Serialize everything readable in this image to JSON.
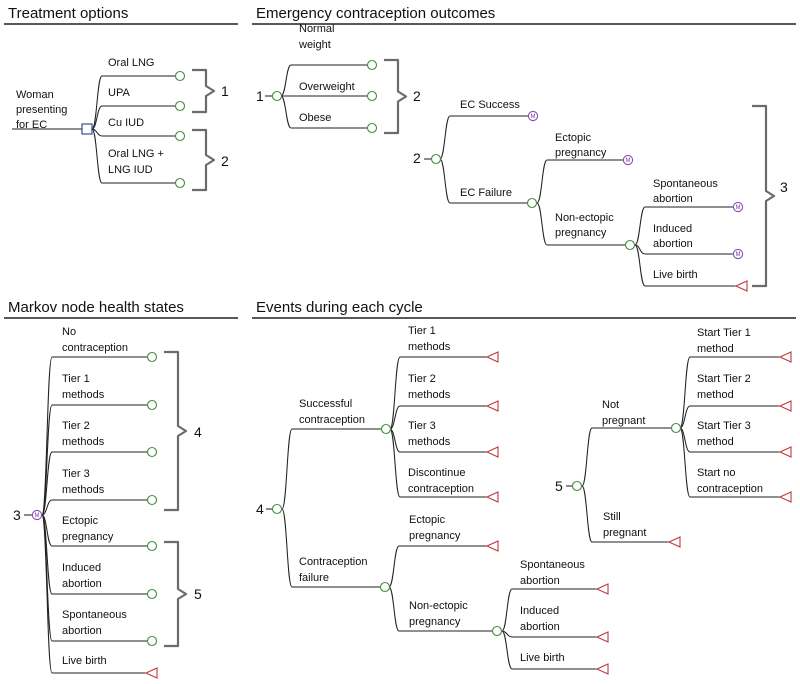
{
  "panels": {
    "treatment": {
      "title": "Treatment options"
    },
    "ec_outcomes": {
      "title": "Emergency contraception outcomes"
    },
    "markov_states": {
      "title": "Markov node health states"
    },
    "events": {
      "title": "Events during each cycle"
    }
  },
  "treatment": {
    "root": [
      "Woman",
      "presenting",
      "for EC"
    ],
    "options": [
      [
        "Oral LNG"
      ],
      [
        "UPA"
      ],
      [
        "Cu IUD"
      ],
      [
        "Oral LNG +",
        "LNG IUD"
      ]
    ],
    "brackets": [
      "1",
      "2"
    ]
  },
  "ec": {
    "weight_node": "1",
    "weights": [
      [
        "Normal",
        "weight"
      ],
      [
        "Overweight"
      ],
      [
        "Obese"
      ]
    ],
    "weight_bracket": "2",
    "outcome_node": "2",
    "success": "EC Success",
    "failure": "EC Failure",
    "ectopic": [
      "Ectopic",
      "pregnancy"
    ],
    "non_ectopic": [
      "Non-ectopic",
      "pregnancy"
    ],
    "spontaneous": [
      "Spontaneous",
      "abortion"
    ],
    "induced": [
      "Induced",
      "abortion"
    ],
    "live_birth": "Live birth",
    "bracket": "3"
  },
  "markov": {
    "node": "3",
    "states": [
      [
        "No",
        "contraception"
      ],
      [
        "Tier 1",
        "methods"
      ],
      [
        "Tier 2",
        "methods"
      ],
      [
        "Tier 3",
        "methods"
      ],
      [
        "Ectopic",
        "pregnancy"
      ],
      [
        "Induced",
        "abortion"
      ],
      [
        "Spontaneous",
        "abortion"
      ],
      [
        "Live birth"
      ]
    ],
    "brackets": [
      "4",
      "5"
    ]
  },
  "events": {
    "node4": "4",
    "successful": [
      "Successful",
      "contraception"
    ],
    "failure": [
      "Contraception",
      "failure"
    ],
    "methods": [
      [
        "Tier 1",
        "methods"
      ],
      [
        "Tier 2",
        "methods"
      ],
      [
        "Tier 3",
        "methods"
      ],
      [
        "Discontinue",
        "contraception"
      ]
    ],
    "ectopic": [
      "Ectopic",
      "pregnancy"
    ],
    "non_ectopic": [
      "Non-ectopic",
      "pregnancy"
    ],
    "preg_outcomes": [
      [
        "Spontaneous",
        "abortion"
      ],
      [
        "Induced",
        "abortion"
      ],
      [
        "Live birth"
      ]
    ],
    "node5": "5",
    "not_pregnant": [
      "Not",
      "pregnant"
    ],
    "still_pregnant": [
      "Still",
      "pregnant"
    ],
    "starts": [
      [
        "Start Tier 1",
        "method"
      ],
      [
        "Start Tier 2",
        "method"
      ],
      [
        "Start Tier 3",
        "method"
      ],
      [
        "Start no",
        "contraception"
      ]
    ]
  },
  "markov_symbol": "M",
  "colors": {
    "chance_node": "#3f8f3f",
    "markov_node": "#8a4fb8",
    "terminal_node": "#c0393b",
    "decision_node": "#1f3f8f",
    "bracket": "#6b6b6b"
  },
  "icons": {
    "chance": "circle",
    "markov": "circle-M",
    "terminal": "triangle",
    "decision": "square"
  }
}
